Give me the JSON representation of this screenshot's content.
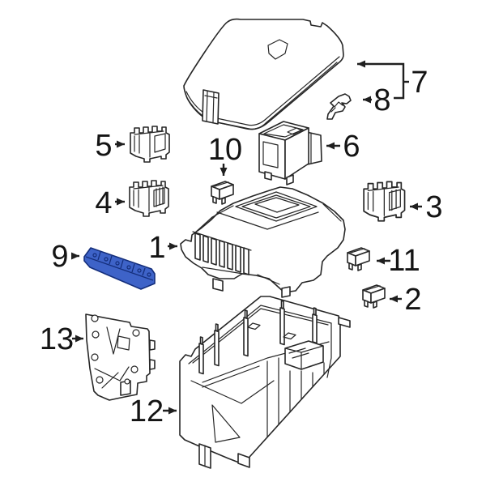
{
  "diagram": {
    "kind": "exploded-parts-diagram",
    "background": "#ffffff",
    "line_color": "#262626",
    "leader_color": "#1f1f1f",
    "label_color": "#141414",
    "highlighted_callout": "9",
    "highlight": {
      "fill": "#3e63c8",
      "stroke": "#142e7b"
    },
    "callouts": {
      "c1": {
        "label": "1"
      },
      "c2": {
        "label": "2"
      },
      "c3": {
        "label": "3"
      },
      "c4": {
        "label": "4"
      },
      "c5": {
        "label": "5"
      },
      "c6": {
        "label": "6"
      },
      "c7": {
        "label": "7"
      },
      "c8": {
        "label": "8"
      },
      "c9": {
        "label": "9"
      },
      "c10": {
        "label": "10"
      },
      "c11": {
        "label": "11"
      },
      "c12": {
        "label": "12"
      },
      "c13": {
        "label": "13"
      }
    }
  }
}
